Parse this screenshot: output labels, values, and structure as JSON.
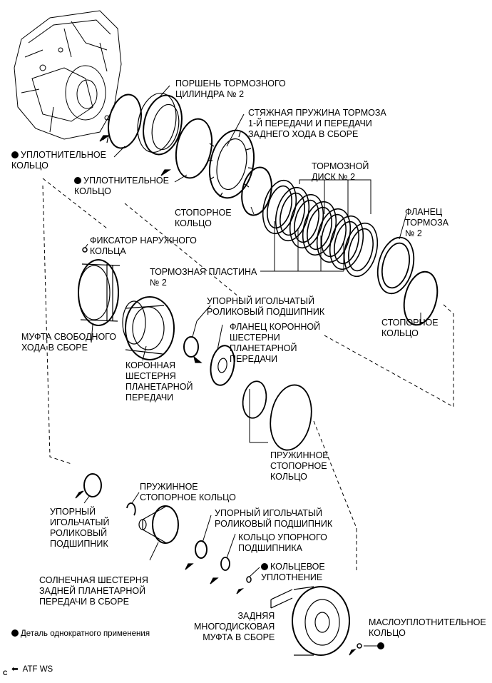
{
  "legend": {
    "one_time_part": "Деталь однократного применения",
    "atf": "ATF WS",
    "corner_letter": "C"
  },
  "labels": {
    "piston": "ПОРШЕНЬ ТОРМОЗНОГО\nЦИЛИНДРА № 2",
    "spring": "СТЯЖНАЯ ПРУЖИНА ТОРМОЗА\n1-Й ПЕРЕДАЧИ И ПЕРЕДАЧИ\nЗАДНЕГО ХОДА В СБОРЕ",
    "oring_1": "УПЛОТНИТЕЛЬНОЕ\nКОЛЬЦО",
    "oring_2": "УПЛОТНИТЕЛЬНОЕ\nКОЛЬЦО",
    "brake_disc": "ТОРМОЗНОЙ\nДИСК № 2",
    "snap_ring_1": "СТОПОРНОЕ\nКОЛЬЦО",
    "flange": "ФЛАНЕЦ\nТОРМОЗА\n№ 2",
    "retainer": "ФИКСАТОР НАРУЖНОГО\nКОЛЬЦА",
    "brake_plate": "ТОРМОЗНАЯ ПЛАСТИНА\n№ 2",
    "thrust_bearing_1": "УПОРНЫЙ ИГОЛЬЧАТЫЙ\nРОЛИКОВЫЙ ПОДШИПНИК",
    "snap_ring_2": "СТОПОРНОЕ\nКОЛЬЦО",
    "ring_gear_flange": "ФЛАНЕЦ КОРОННОЙ\nШЕСТЕРНИ\nПЛАНЕТАРНОЙ\nПЕРЕДАЧИ",
    "one_way_clutch": "МУФТА СВОБОДНОГО\nХОДА В СБОРЕ",
    "ring_gear": "КОРОННАЯ\nШЕСТЕРНЯ\nПЛАНЕТАРНОЙ\nПЕРЕДАЧИ",
    "spring_snap_ring_1": "ПРУЖИННОЕ\nСТОПОРНОЕ\nКОЛЬЦО",
    "spring_snap_ring_2": "ПРУЖИННОЕ\nСТОПОРНОЕ КОЛЬЦО",
    "thrust_bearing_2": "УПОРНЫЙ\nИГОЛЬЧАТЫЙ\nРОЛИКОВЫЙ\nПОДШИПНИК",
    "thrust_bearing_3": "УПОРНЫЙ ИГОЛЬЧАТЫЙ\nРОЛИКОВЫЙ ПОДШИПНИК",
    "bearing_race": "КОЛЬЦО УПОРНОГО\nПОДШИПНИКА",
    "sun_gear": "СОЛНЕЧНАЯ ШЕСТЕРНЯ\nЗАДНЕЙ ПЛАНЕТАРНОЙ\nПЕРЕДАЧИ В СБОРЕ",
    "ring_seal": "КОЛЬЦЕВОЕ\nУПЛОТНЕНИЕ",
    "multi_clutch": "ЗАДНЯЯ\nМНОГОДИСКОВАЯ\nМУФТА В СБОРЕ",
    "oil_seal": "МАСЛОУПЛОТНИТЕЛЬНОЕ\nКОЛЬЦО"
  }
}
